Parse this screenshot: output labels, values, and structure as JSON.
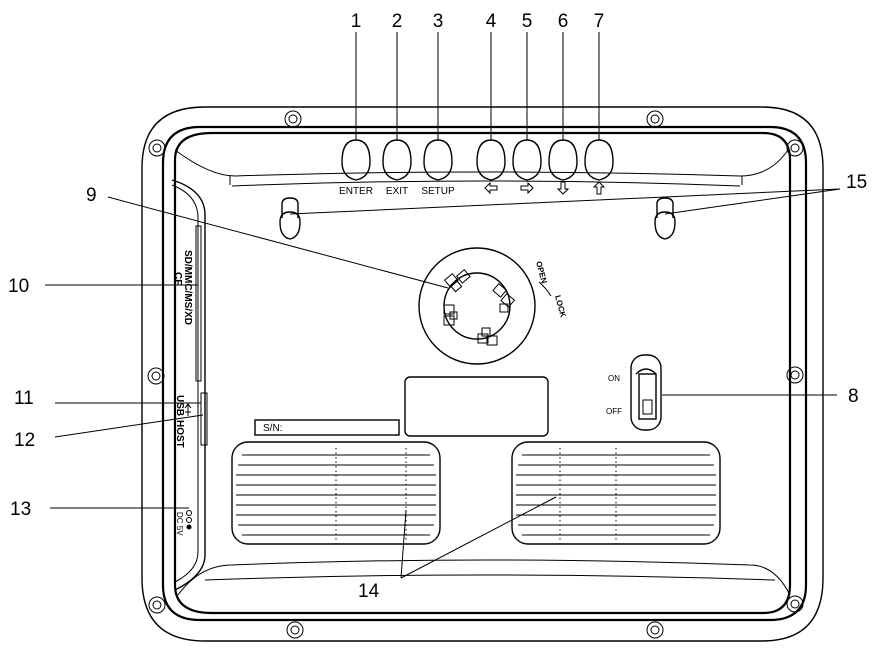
{
  "callouts": {
    "c1": "1",
    "c2": "2",
    "c3": "3",
    "c4": "4",
    "c5": "5",
    "c6": "6",
    "c7": "7",
    "c8": "8",
    "c9": "9",
    "c10": "10",
    "c11": "11",
    "c12": "12",
    "c13": "13",
    "c14": "14",
    "c15": "15"
  },
  "buttons": {
    "enter": "ENTER",
    "exit": "EXIT",
    "setup": "SETUP"
  },
  "arrow_icons": [
    "arrow-left-icon",
    "arrow-right-icon",
    "arrow-down-icon",
    "arrow-up-icon"
  ],
  "side_panel": {
    "card_slot_line1": "SD/MMC/MS/XD",
    "card_slot_line2": "CF",
    "usb": "USB",
    "usb_host": "HOST",
    "dc": "DC 5V"
  },
  "power_switch": {
    "on": "ON",
    "off": "OFF"
  },
  "serial_label": "S/N:",
  "mount_marks": {
    "open": "OPEN",
    "lock": "LOCK"
  }
}
